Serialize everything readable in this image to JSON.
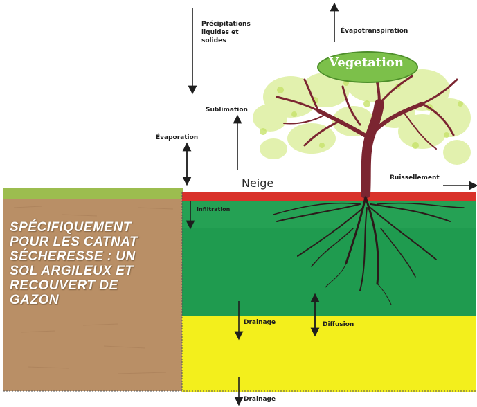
{
  "labels": {
    "precipitations_line1": "Précipitations",
    "precipitations_line2": "liquides et",
    "precipitations_line3": "solides",
    "evapotranspiration": "Évapotranspiration",
    "vegetation": "Vegetation",
    "sublimation": "Sublimation",
    "evaporation": "Évaporation",
    "neige": "Neige",
    "ruissellement": "Ruissellement",
    "infiltration": "Infiltration",
    "drainage_top": "Drainage",
    "diffusion": "Diffusion",
    "drainage_bottom": "Drainage"
  },
  "soil_note": {
    "line1": "SPÉCIFIQUEMENT",
    "line2": "POUR LES CATNAT",
    "line3": "SÉCHERESSE : UN",
    "line4": "SOL ARGILEUX ET",
    "line5": "RECOUVERT DE",
    "line6": "GAZON"
  },
  "colors": {
    "grass": "#9cbd4f",
    "soil": "#b98f66",
    "green_layer": "#1f9b4f",
    "yellow_layer": "#f3ef1c",
    "red_layer": "#d9322a",
    "tree": "#7b2531",
    "foliage": "#dff0a6"
  }
}
